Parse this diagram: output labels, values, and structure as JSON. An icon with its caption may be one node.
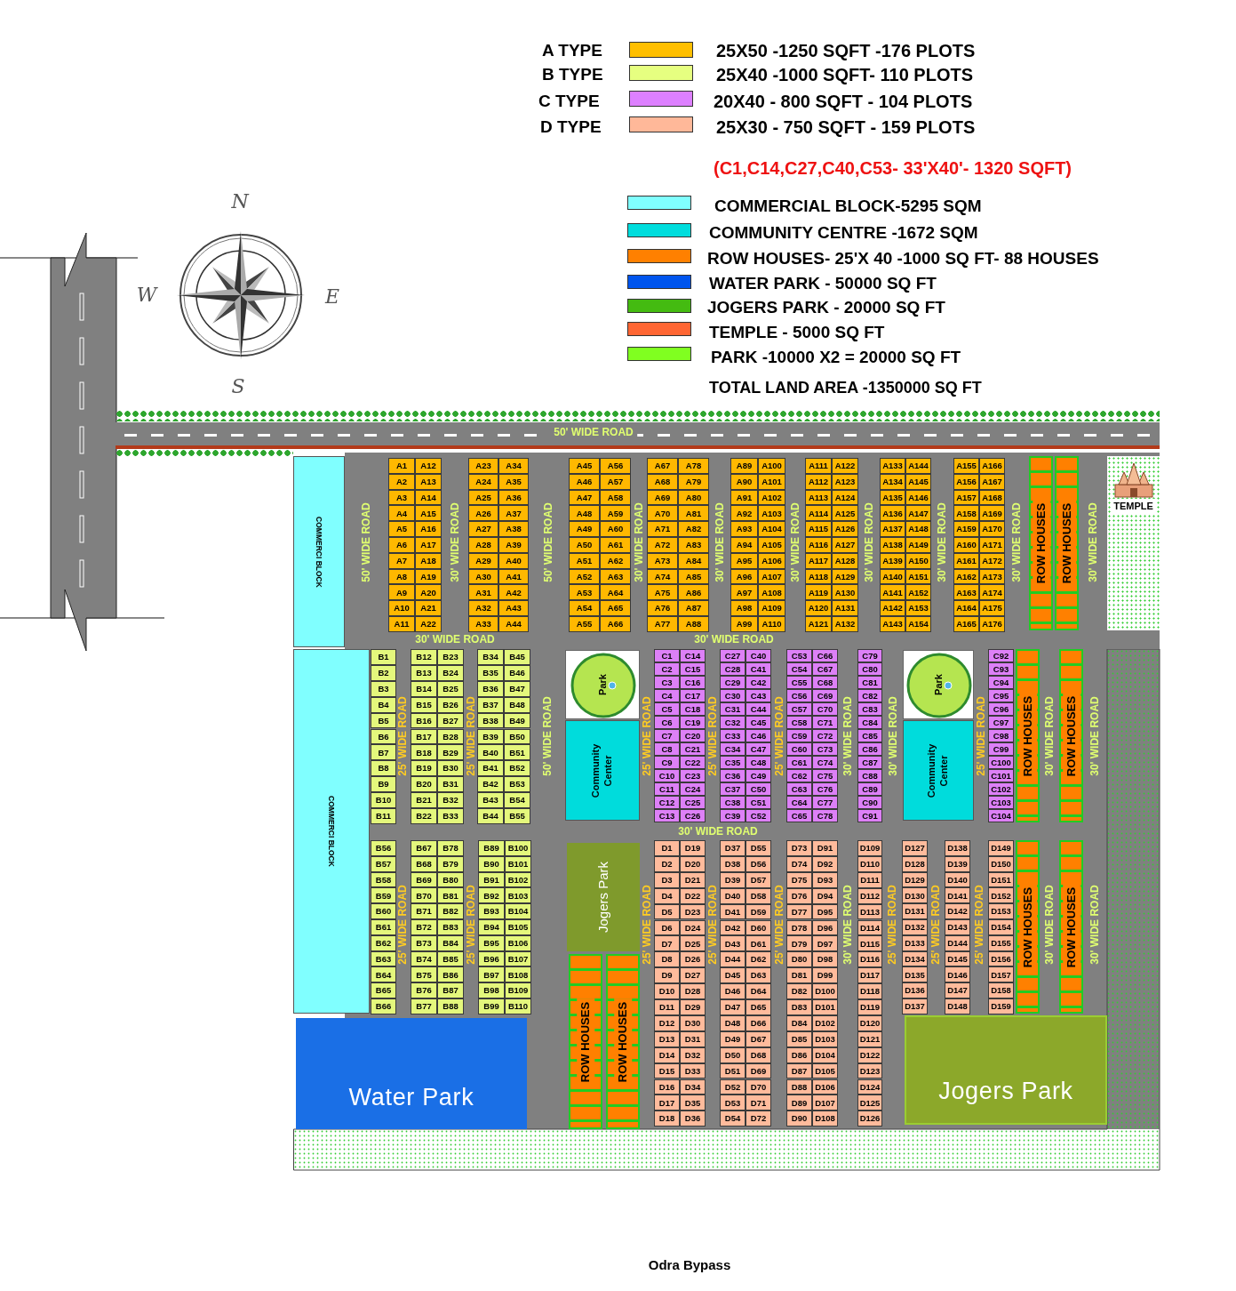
{
  "diagram": {
    "caption": "Odra Bypass",
    "nodes": [
      {
        "text": [
          "COMMERCI BLOCK"
        ]
      },
      {
        "text": [
          "A1"
        ]
      },
      {
        "text": [
          "A2"
        ]
      },
      {
        "text": [
          "A3"
        ]
      },
      {
        "text": [
          "A4"
        ]
      },
      {
        "text": [
          "A5"
        ]
      },
      {
        "text": [
          "A6"
        ]
      },
      {
        "text": [
          "A7"
        ]
      },
      {
        "text": [
          "A8"
        ]
      },
      {
        "text": [
          "A9"
        ]
      },
      {
        "text": [
          "A10"
        ]
      },
      {
        "text": [
          "A11"
        ]
      },
      {
        "text": [
          "A12"
        ]
      },
      {
        "text": [
          "A13"
        ]
      },
      {
        "text": [
          "A14"
        ]
      },
      {
        "text": [
          "A15"
        ]
      },
      {
        "text": [
          "A16"
        ]
      },
      {
        "text": [
          "A17"
        ]
      },
      {
        "text": [
          "A18"
        ]
      },
      {
        "text": [
          "A19"
        ]
      },
      {
        "text": [
          "A20"
        ]
      },
      {
        "text": [
          "A21"
        ]
      },
      {
        "text": [
          "A22"
        ]
      },
      {
        "text": [
          "A23"
        ]
      },
      {
        "text": [
          "A24"
        ]
      },
      {
        "text": [
          "A25"
        ]
      },
      {
        "text": [
          "A26"
        ]
      },
      {
        "text": [
          "A27"
        ]
      },
      {
        "text": [
          "A28"
        ]
      },
      {
        "text": [
          "A29"
        ]
      },
      {
        "text": [
          "A30"
        ]
      },
      {
        "text": [
          "A31"
        ]
      },
      {
        "text": [
          "A32"
        ]
      },
      {
        "text": [
          "A33"
        ]
      },
      {
        "text": [
          "A34"
        ]
      },
      {
        "text": [
          "A35"
        ]
      },
      {
        "text": [
          "A36"
        ]
      },
      {
        "text": [
          "A37"
        ]
      },
      {
        "text": [
          "A38"
        ]
      },
      {
        "text": [
          "A39"
        ]
      },
      {
        "text": [
          "A40"
        ]
      },
      {
        "text": [
          "A41"
        ]
      },
      {
        "text": [
          "A42"
        ]
      },
      {
        "text": [
          "A43"
        ]
      },
      {
        "text": [
          "A44"
        ]
      },
      {
        "text": [
          "A45"
        ]
      },
      {
        "text": [
          "A46"
        ]
      },
      {
        "text": [
          "A47"
        ]
      },
      {
        "text": [
          "A48"
        ]
      },
      {
        "text": [
          "A49"
        ]
      },
      {
        "text": [
          "A50"
        ]
      },
      {
        "text": [
          "A51"
        ]
      },
      {
        "text": [
          "A52"
        ]
      },
      {
        "text": [
          "A53"
        ]
      },
      {
        "text": [
          "A54"
        ]
      },
      {
        "text": [
          "A55"
        ]
      },
      {
        "text": [
          "A56"
        ]
      },
      {
        "text": [
          "A57"
        ]
      },
      {
        "text": [
          "A58"
        ]
      },
      {
        "text": [
          "A59"
        ]
      },
      {
        "text": [
          "A60"
        ]
      },
      {
        "text": [
          "A61"
        ]
      },
      {
        "text": [
          "A62"
        ]
      },
      {
        "text": [
          "A63"
        ]
      },
      {
        "text": [
          "A64"
        ]
      },
      {
        "text": [
          "A65"
        ]
      },
      {
        "text": [
          "A66"
        ]
      },
      {
        "text": [
          "A67"
        ]
      },
      {
        "text": [
          "A68"
        ]
      },
      {
        "text": [
          "A69"
        ]
      },
      {
        "text": [
          "A70"
        ]
      },
      {
        "text": [
          "A71"
        ]
      },
      {
        "text": [
          "A72"
        ]
      },
      {
        "text": [
          "A73"
        ]
      },
      {
        "text": [
          "A74"
        ]
      },
      {
        "text": [
          "A75"
        ]
      },
      {
        "text": [
          "A76"
        ]
      },
      {
        "text": [
          "A77"
        ]
      },
      {
        "text": [
          "A78"
        ]
      },
      {
        "text": [
          "A79"
        ]
      },
      {
        "text": [
          "A80"
        ]
      },
      {
        "text": [
          "A81"
        ]
      },
      {
        "text": [
          "A82"
        ]
      },
      {
        "text": [
          "A83"
        ]
      },
      {
        "text": [
          "A84"
        ]
      },
      {
        "text": [
          "A85"
        ]
      },
      {
        "text": [
          "A86"
        ]
      },
      {
        "text": [
          "A87"
        ]
      },
      {
        "text": [
          "A88"
        ]
      },
      {
        "text": [
          "A89"
        ]
      },
      {
        "text": [
          "A90"
        ]
      },
      {
        "text": [
          "A91"
        ]
      },
      {
        "text": [
          "A92"
        ]
      },
      {
        "text": [
          "A93"
        ]
      },
      {
        "text": [
          "A94"
        ]
      },
      {
        "text": [
          "A95"
        ]
      },
      {
        "text": [
          "A96"
        ]
      },
      {
        "text": [
          "A97"
        ]
      },
      {
        "text": [
          "A98"
        ]
      },
      {
        "text": [
          "A99"
        ]
      },
      {
        "text": [
          "A100"
        ]
      },
      {
        "text": [
          "A101"
        ]
      },
      {
        "text": [
          "A102"
        ]
      },
      {
        "text": [
          "A103"
        ]
      },
      {
        "text": [
          "A104"
        ]
      },
      {
        "text": [
          "A105"
        ]
      },
      {
        "text": [
          "A106"
        ]
      },
      {
        "text": [
          "A107"
        ]
      },
      {
        "text": [
          "A108"
        ]
      },
      {
        "text": [
          "A109"
        ]
      },
      {
        "text": [
          "A110"
        ]
      },
      {
        "text": [
          "A111"
        ]
      },
      {
        "text": [
          "A112"
        ]
      },
      {
        "text": [
          "A113"
        ]
      },
      {
        "text": [
          "A114"
        ]
      },
      {
        "text": [
          "A115"
        ]
      },
      {
        "text": [
          "A116"
        ]
      },
      {
        "text": [
          "A117"
        ]
      },
      {
        "text": [
          "A118"
        ]
      },
      {
        "text": [
          "A119"
        ]
      },
      {
        "text": [
          "A120"
        ]
      },
      {
        "text": [
          "A121"
        ]
      },
      {
        "text": [
          "A122"
        ]
      },
      {
        "text": [
          "A123"
        ]
      },
      {
        "text": [
          "A124"
        ]
      },
      {
        "text": [
          "A125"
        ]
      },
      {
        "text": [
          "A126"
        ]
      },
      {
        "text": [
          "A127"
        ]
      },
      {
        "text": [
          "A128"
        ]
      },
      {
        "text": [
          "A129"
        ]
      },
      {
        "text": [
          "A130"
        ]
      },
      {
        "text": [
          "A131"
        ]
      },
      {
        "text": [
          "A132"
        ]
      },
      {
        "text": [
          "A133"
        ]
      },
      {
        "text": [
          "A134"
        ]
      },
      {
        "text": [
          "A135"
        ]
      },
      {
        "text": [
          "A136"
        ]
      },
      {
        "text": [
          "A137"
        ]
      },
      {
        "text": [
          "A138"
        ]
      },
      {
        "text": [
          "A139"
        ]
      },
      {
        "text": [
          "A140"
        ]
      },
      {
        "text": [
          "A141"
        ]
      },
      {
        "text": [
          "A142"
        ]
      },
      {
        "text": [
          "A143"
        ]
      },
      {
        "text": [
          "A144"
        ]
      },
      {
        "text": [
          "A145"
        ]
      },
      {
        "text": [
          "A146"
        ]
      },
      {
        "text": [
          "A147"
        ]
      },
      {
        "text": [
          "A148"
        ]
      },
      {
        "text": [
          "A149"
        ]
      },
      {
        "text": [
          "A150"
        ]
      },
      {
        "text": [
          "A151"
        ]
      },
      {
        "text": [
          "A152"
        ]
      },
      {
        "text": [
          "A153"
        ]
      },
      {
        "text": [
          "A154"
        ]
      },
      {
        "text": [
          "A155"
        ]
      },
      {
        "text": [
          "A156"
        ]
      },
      {
        "text": [
          "A157"
        ]
      },
      {
        "text": [
          "A158"
        ]
      },
      {
        "text": [
          "A159"
        ]
      },
      {
        "text": [
          "A160"
        ]
      },
      {
        "text": [
          "A161"
        ]
      },
      {
        "text": [
          "A162"
        ]
      },
      {
        "text": [
          "A163"
        ]
      },
      {
        "text": [
          "A164"
        ]
      },
      {
        "text": [
          "A165"
        ]
      },
      {
        "text": [
          "A166"
        ]
      },
      {
        "text": [
          "A167"
        ]
      },
      {
        "text": [
          "A168"
        ]
      },
      {
        "text": [
          "A169"
        ]
      },
      {
        "text": [
          "A170"
        ]
      },
      {
        "text": [
          "A171"
        ]
      },
      {
        "text": [
          "A172"
        ]
      },
      {
        "text": [
          "A173"
        ]
      },
      {
        "text": [
          "A174"
        ]
      },
      {
        "text": [
          "A175"
        ]
      },
      {
        "text": [
          "A176"
        ]
      },
      {
        "text": [
          "ROW HOUSES"
        ]
      },
      {
        "text": [
          "ROW HOUSES"
        ]
      },
      {
        "text": [
          "TEMPLE"
        ]
      },
      {
        "text": [
          "COMMERCI BLOCK"
        ]
      },
      {
        "text": [
          "B1"
        ]
      },
      {
        "text": [
          "B2"
        ]
      },
      {
        "text": [
          "B3"
        ]
      },
      {
        "text": [
          "B4"
        ]
      },
      {
        "text": [
          "B5"
        ]
      },
      {
        "text": [
          "B6"
        ]
      },
      {
        "text": [
          "B7"
        ]
      },
      {
        "text": [
          "B8"
        ]
      },
      {
        "text": [
          "B9"
        ]
      },
      {
        "text": [
          "B10"
        ]
      },
      {
        "text": [
          "B11"
        ]
      },
      {
        "text": [
          "B12"
        ]
      },
      {
        "text": [
          "B13"
        ]
      },
      {
        "text": [
          "B14"
        ]
      },
      {
        "text": [
          "B15"
        ]
      },
      {
        "text": [
          "B16"
        ]
      },
      {
        "text": [
          "B17"
        ]
      },
      {
        "text": [
          "B18"
        ]
      },
      {
        "text": [
          "B19"
        ]
      },
      {
        "text": [
          "B20"
        ]
      },
      {
        "text": [
          "B21"
        ]
      },
      {
        "text": [
          "B22"
        ]
      },
      {
        "text": [
          "B23"
        ]
      },
      {
        "text": [
          "B24"
        ]
      },
      {
        "text": [
          "B25"
        ]
      },
      {
        "text": [
          "B26"
        ]
      },
      {
        "text": [
          "B27"
        ]
      },
      {
        "text": [
          "B28"
        ]
      },
      {
        "text": [
          "B29"
        ]
      },
      {
        "text": [
          "B30"
        ]
      },
      {
        "text": [
          "B31"
        ]
      },
      {
        "text": [
          "B32"
        ]
      },
      {
        "text": [
          "B33"
        ]
      },
      {
        "text": [
          "B34"
        ]
      },
      {
        "text": [
          "B35"
        ]
      },
      {
        "text": [
          "B36"
        ]
      },
      {
        "text": [
          "B37"
        ]
      },
      {
        "text": [
          "B38"
        ]
      },
      {
        "text": [
          "B39"
        ]
      },
      {
        "text": [
          "B40"
        ]
      },
      {
        "text": [
          "B41"
        ]
      },
      {
        "text": [
          "B42"
        ]
      },
      {
        "text": [
          "B43"
        ]
      },
      {
        "text": [
          "B44"
        ]
      },
      {
        "text": [
          "B45"
        ]
      },
      {
        "text": [
          "B46"
        ]
      },
      {
        "text": [
          "B47"
        ]
      },
      {
        "text": [
          "B48"
        ]
      },
      {
        "text": [
          "B49"
        ]
      },
      {
        "text": [
          "B50"
        ]
      },
      {
        "text": [
          "B51"
        ]
      },
      {
        "text": [
          "B52"
        ]
      },
      {
        "text": [
          "B53"
        ]
      },
      {
        "text": [
          "B54"
        ]
      },
      {
        "text": [
          "B55"
        ]
      },
      {
        "text": [
          "Park"
        ]
      },
      {
        "text": [
          "Community Center"
        ]
      },
      {
        "text": [
          "C1"
        ]
      },
      {
        "text": [
          "C2"
        ]
      },
      {
        "text": [
          "C3"
        ]
      },
      {
        "text": [
          "C4"
        ]
      },
      {
        "text": [
          "C5"
        ]
      },
      {
        "text": [
          "C6"
        ]
      },
      {
        "text": [
          "C7"
        ]
      },
      {
        "text": [
          "C8"
        ]
      },
      {
        "text": [
          "C9"
        ]
      },
      {
        "text": [
          "C10"
        ]
      },
      {
        "text": [
          "C11"
        ]
      },
      {
        "text": [
          "C12"
        ]
      },
      {
        "text": [
          "C13"
        ]
      },
      {
        "text": [
          "C14"
        ]
      },
      {
        "text": [
          "C15"
        ]
      },
      {
        "text": [
          "C16"
        ]
      },
      {
        "text": [
          "C17"
        ]
      },
      {
        "text": [
          "C18"
        ]
      },
      {
        "text": [
          "C19"
        ]
      },
      {
        "text": [
          "C20"
        ]
      },
      {
        "text": [
          "C21"
        ]
      },
      {
        "text": [
          "C22"
        ]
      },
      {
        "text": [
          "C23"
        ]
      },
      {
        "text": [
          "C24"
        ]
      },
      {
        "text": [
          "C25"
        ]
      },
      {
        "text": [
          "C26"
        ]
      },
      {
        "text": [
          "C27"
        ]
      },
      {
        "text": [
          "C28"
        ]
      },
      {
        "text": [
          "C29"
        ]
      },
      {
        "text": [
          "C30"
        ]
      },
      {
        "text": [
          "C31"
        ]
      },
      {
        "text": [
          "C32"
        ]
      },
      {
        "text": [
          "C33"
        ]
      },
      {
        "text": [
          "C34"
        ]
      },
      {
        "text": [
          "C35"
        ]
      },
      {
        "text": [
          "C36"
        ]
      },
      {
        "text": [
          "C37"
        ]
      },
      {
        "text": [
          "C38"
        ]
      },
      {
        "text": [
          "C39"
        ]
      },
      {
        "text": [
          "C40"
        ]
      },
      {
        "text": [
          "C41"
        ]
      },
      {
        "text": [
          "C42"
        ]
      },
      {
        "text": [
          "C43"
        ]
      },
      {
        "text": [
          "C44"
        ]
      },
      {
        "text": [
          "C45"
        ]
      },
      {
        "text": [
          "C46"
        ]
      },
      {
        "text": [
          "C47"
        ]
      },
      {
        "text": [
          "C48"
        ]
      },
      {
        "text": [
          "C49"
        ]
      },
      {
        "text": [
          "C50"
        ]
      },
      {
        "text": [
          "C51"
        ]
      },
      {
        "text": [
          "C52"
        ]
      },
      {
        "text": [
          "C53"
        ]
      },
      {
        "text": [
          "C54"
        ]
      },
      {
        "text": [
          "C55"
        ]
      },
      {
        "text": [
          "C56"
        ]
      },
      {
        "text": [
          "C57"
        ]
      },
      {
        "text": [
          "C58"
        ]
      },
      {
        "text": [
          "C59"
        ]
      },
      {
        "text": [
          "C60"
        ]
      },
      {
        "text": [
          "C61"
        ]
      },
      {
        "text": [
          "C62"
        ]
      },
      {
        "text": [
          "C63"
        ]
      },
      {
        "text": [
          "C64"
        ]
      },
      {
        "text": [
          "C65"
        ]
      },
      {
        "text": [
          "C66"
        ]
      },
      {
        "text": [
          "C67"
        ]
      },
      {
        "text": [
          "C68"
        ]
      },
      {
        "text": [
          "C69"
        ]
      },
      {
        "text": [
          "C70"
        ]
      },
      {
        "text": [
          "C71"
        ]
      },
      {
        "text": [
          "C72"
        ]
      },
      {
        "text": [
          "C73"
        ]
      },
      {
        "text": [
          "C74"
        ]
      },
      {
        "text": [
          "C75"
        ]
      },
      {
        "text": [
          "C76"
        ]
      },
      {
        "text": [
          "C77"
        ]
      },
      {
        "text": [
          "C78"
        ]
      },
      {
        "text": [
          "C79"
        ]
      },
      {
        "text": [
          "C80"
        ]
      },
      {
        "text": [
          "C81"
        ]
      },
      {
        "text": [
          "C82"
        ]
      },
      {
        "text": [
          "C83"
        ]
      },
      {
        "text": [
          "C84"
        ]
      },
      {
        "text": [
          "C85"
        ]
      },
      {
        "text": [
          "C86"
        ]
      },
      {
        "text": [
          "C87"
        ]
      },
      {
        "text": [
          "C88"
        ]
      },
      {
        "text": [
          "C89"
        ]
      },
      {
        "text": [
          "C90"
        ]
      },
      {
        "text": [
          "C91"
        ]
      },
      {
        "text": [
          "Park"
        ]
      },
      {
        "text": [
          "Community Center"
        ]
      },
      {
        "text": [
          "C92"
        ]
      },
      {
        "text": [
          "C93"
        ]
      },
      {
        "text": [
          "C94"
        ]
      },
      {
        "text": [
          "C95"
        ]
      },
      {
        "text": [
          "C96"
        ]
      },
      {
        "text": [
          "C97"
        ]
      },
      {
        "text": [
          "C98"
        ]
      },
      {
        "text": [
          "C99"
        ]
      },
      {
        "text": [
          "C100"
        ]
      },
      {
        "text": [
          "C101"
        ]
      },
      {
        "text": [
          "C102"
        ]
      },
      {
        "text": [
          "C103"
        ]
      },
      {
        "text": [
          "C104"
        ]
      },
      {
        "text": [
          "ROW HOUSES"
        ]
      },
      {
        "text": [
          "ROW HOUSES"
        ]
      },
      {
        "text": [
          "B56"
        ]
      },
      {
        "text": [
          "B57"
        ]
      },
      {
        "text": [
          "B58"
        ]
      },
      {
        "text": [
          "B59"
        ]
      },
      {
        "text": [
          "B60"
        ]
      },
      {
        "text": [
          "B61"
        ]
      },
      {
        "text": [
          "B62"
        ]
      },
      {
        "text": [
          "B63"
        ]
      },
      {
        "text": [
          "B64"
        ]
      },
      {
        "text": [
          "B65"
        ]
      },
      {
        "text": [
          "B66"
        ]
      },
      {
        "text": [
          "B67"
        ]
      },
      {
        "text": [
          "B68"
        ]
      },
      {
        "text": [
          "B69"
        ]
      },
      {
        "text": [
          "B70"
        ]
      },
      {
        "text": [
          "B71"
        ]
      },
      {
        "text": [
          "B72"
        ]
      },
      {
        "text": [
          "B73"
        ]
      },
      {
        "text": [
          "B74"
        ]
      },
      {
        "text": [
          "B75"
        ]
      },
      {
        "text": [
          "B76"
        ]
      },
      {
        "text": [
          "B77"
        ]
      },
      {
        "text": [
          "B78"
        ]
      },
      {
        "text": [
          "B79"
        ]
      },
      {
        "text": [
          "B80"
        ]
      },
      {
        "text": [
          "B81"
        ]
      },
      {
        "text": [
          "B82"
        ]
      },
      {
        "text": [
          "B83"
        ]
      },
      {
        "text": [
          "B84"
        ]
      },
      {
        "text": [
          "B85"
        ]
      },
      {
        "text": [
          "B86"
        ]
      },
      {
        "text": [
          "B87"
        ]
      },
      {
        "text": [
          "B88"
        ]
      },
      {
        "text": [
          "B89"
        ]
      },
      {
        "text": [
          "B90"
        ]
      },
      {
        "text": [
          "B91"
        ]
      },
      {
        "text": [
          "B92"
        ]
      },
      {
        "text": [
          "B93"
        ]
      },
      {
        "text": [
          "B94"
        ]
      },
      {
        "text": [
          "B95"
        ]
      },
      {
        "text": [
          "B96"
        ]
      },
      {
        "text": [
          "B97"
        ]
      },
      {
        "text": [
          "B98"
        ]
      },
      {
        "text": [
          "B99"
        ]
      },
      {
        "text": [
          "B100"
        ]
      },
      {
        "text": [
          "B101"
        ]
      },
      {
        "text": [
          "B102"
        ]
      },
      {
        "text": [
          "B103"
        ]
      },
      {
        "text": [
          "B104"
        ]
      },
      {
        "text": [
          "B105"
        ]
      },
      {
        "text": [
          "B106"
        ]
      },
      {
        "text": [
          "B107"
        ]
      },
      {
        "text": [
          "B108"
        ]
      },
      {
        "text": [
          "B109"
        ]
      },
      {
        "text": [
          "B110"
        ]
      },
      {
        "text": [
          "Jogers Park"
        ]
      },
      {
        "text": [
          "ROW HOUSES"
        ]
      },
      {
        "text": [
          "ROW HOUSES"
        ]
      },
      {
        "text": [
          "D1"
        ]
      },
      {
        "text": [
          "D2"
        ]
      },
      {
        "text": [
          "D3"
        ]
      },
      {
        "text": [
          "D4"
        ]
      },
      {
        "text": [
          "D5"
        ]
      },
      {
        "text": [
          "D6"
        ]
      },
      {
        "text": [
          "D7"
        ]
      },
      {
        "text": [
          "D8"
        ]
      },
      {
        "text": [
          "D9"
        ]
      },
      {
        "text": [
          "D10"
        ]
      },
      {
        "text": [
          "D11"
        ]
      },
      {
        "text": [
          "D12"
        ]
      },
      {
        "text": [
          "D13"
        ]
      },
      {
        "text": [
          "D14"
        ]
      },
      {
        "text": [
          "D15"
        ]
      },
      {
        "text": [
          "D16"
        ]
      },
      {
        "text": [
          "D17"
        ]
      },
      {
        "text": [
          "D18"
        ]
      },
      {
        "text": [
          "D19"
        ]
      },
      {
        "text": [
          "D20"
        ]
      },
      {
        "text": [
          "D21"
        ]
      },
      {
        "text": [
          "D22"
        ]
      },
      {
        "text": [
          "D23"
        ]
      },
      {
        "text": [
          "D24"
        ]
      },
      {
        "text": [
          "D25"
        ]
      },
      {
        "text": [
          "D26"
        ]
      },
      {
        "text": [
          "D27"
        ]
      },
      {
        "text": [
          "D28"
        ]
      },
      {
        "text": [
          "D29"
        ]
      },
      {
        "text": [
          "D30"
        ]
      },
      {
        "text": [
          "D31"
        ]
      },
      {
        "text": [
          "D32"
        ]
      },
      {
        "text": [
          "D33"
        ]
      },
      {
        "text": [
          "D34"
        ]
      },
      {
        "text": [
          "D35"
        ]
      },
      {
        "text": [
          "D36"
        ]
      },
      {
        "text": [
          "D37"
        ]
      },
      {
        "text": [
          "D38"
        ]
      },
      {
        "text": [
          "D39"
        ]
      },
      {
        "text": [
          "D40"
        ]
      },
      {
        "text": [
          "D41"
        ]
      },
      {
        "text": [
          "D42"
        ]
      },
      {
        "text": [
          "D43"
        ]
      },
      {
        "text": [
          "D44"
        ]
      },
      {
        "text": [
          "D45"
        ]
      },
      {
        "text": [
          "D46"
        ]
      },
      {
        "text": [
          "D47"
        ]
      },
      {
        "text": [
          "D48"
        ]
      },
      {
        "text": [
          "D49"
        ]
      },
      {
        "text": [
          "D50"
        ]
      },
      {
        "text": [
          "D51"
        ]
      },
      {
        "text": [
          "D52"
        ]
      },
      {
        "text": [
          "D53"
        ]
      },
      {
        "text": [
          "D54"
        ]
      },
      {
        "text": [
          "D55"
        ]
      },
      {
        "text": [
          "D56"
        ]
      },
      {
        "text": [
          "D57"
        ]
      },
      {
        "text": [
          "D58"
        ]
      },
      {
        "text": [
          "D59"
        ]
      },
      {
        "text": [
          "D60"
        ]
      },
      {
        "text": [
          "D61"
        ]
      },
      {
        "text": [
          "D62"
        ]
      },
      {
        "text": [
          "D63"
        ]
      },
      {
        "text": [
          "D64"
        ]
      },
      {
        "text": [
          "D65"
        ]
      },
      {
        "text": [
          "D66"
        ]
      },
      {
        "text": [
          "D67"
        ]
      },
      {
        "text": [
          "D68"
        ]
      },
      {
        "text": [
          "D69"
        ]
      },
      {
        "text": [
          "D70"
        ]
      },
      {
        "text": [
          "D71"
        ]
      },
      {
        "text": [
          "D72"
        ]
      },
      {
        "text": [
          "D73"
        ]
      },
      {
        "text": [
          "D74"
        ]
      },
      {
        "text": [
          "D75"
        ]
      },
      {
        "text": [
          "D76"
        ]
      },
      {
        "text": [
          "D77"
        ]
      },
      {
        "text": [
          "D78"
        ]
      },
      {
        "text": [
          "D79"
        ]
      },
      {
        "text": [
          "D80"
        ]
      },
      {
        "text": [
          "D81"
        ]
      },
      {
        "text": [
          "D82"
        ]
      },
      {
        "text": [
          "D83"
        ]
      },
      {
        "text": [
          "D84"
        ]
      },
      {
        "text": [
          "D85"
        ]
      },
      {
        "text": [
          "D86"
        ]
      },
      {
        "text": [
          "D87"
        ]
      },
      {
        "text": [
          "D88"
        ]
      },
      {
        "text": [
          "D89"
        ]
      },
      {
        "text": [
          "D90"
        ]
      },
      {
        "text": [
          "D91"
        ]
      },
      {
        "text": [
          "D92"
        ]
      },
      {
        "text": [
          "D93"
        ]
      },
      {
        "text": [
          "D94"
        ]
      },
      {
        "text": [
          "D95"
        ]
      },
      {
        "text": [
          "D96"
        ]
      },
      {
        "text": [
          "D97"
        ]
      },
      {
        "text": [
          "D98"
        ]
      },
      {
        "text": [
          "D99"
        ]
      },
      {
        "text": [
          "D100"
        ]
      },
      {
        "text": [
          "D101"
        ]
      },
      {
        "text": [
          "D102"
        ]
      },
      {
        "text": [
          "D103"
        ]
      },
      {
        "text": [
          "D104"
        ]
      },
      {
        "text": [
          "D105"
        ]
      },
      {
        "text": [
          "D106"
        ]
      },
      {
        "text": [
          "D107"
        ]
      },
      {
        "text": [
          "D108"
        ]
      },
      {
        "text": [
          "D109"
        ]
      },
      {
        "text": [
          "D110"
        ]
      },
      {
        "text": [
          "D111"
        ]
      },
      {
        "text": [
          "D112"
        ]
      },
      {
        "text": [
          "D113"
        ]
      },
      {
        "text": [
          "D114"
        ]
      },
      {
        "text": [
          "D115"
        ]
      },
      {
        "text": [
          "D116"
        ]
      },
      {
        "text": [
          "D117"
        ]
      },
      {
        "text": [
          "D118"
        ]
      },
      {
        "text": [
          "D119"
        ]
      },
      {
        "text": [
          "D120"
        ]
      },
      {
        "text": [
          "D121"
        ]
      },
      {
        "text": [
          "D122"
        ]
      },
      {
        "text": [
          "D123"
        ]
      },
      {
        "text": [
          "D124"
        ]
      },
      {
        "text": [
          "D125"
        ]
      },
      {
        "text": [
          "D126"
        ]
      },
      {
        "text": [
          "D127"
        ]
      },
      {
        "text": [
          "D128"
        ]
      },
      {
        "text": [
          "D129"
        ]
      },
      {
        "text": [
          "D130"
        ]
      },
      {
        "text": [
          "D131"
        ]
      },
      {
        "text": [
          "D132"
        ]
      },
      {
        "text": [
          "D133"
        ]
      },
      {
        "text": [
          "D134"
        ]
      },
      {
        "text": [
          "D135"
        ]
      },
      {
        "text": [
          "D136"
        ]
      },
      {
        "text": [
          "D137"
        ]
      },
      {
        "text": [
          "D138"
        ]
      },
      {
        "text": [
          "D139"
        ]
      },
      {
        "text": [
          "D140"
        ]
      },
      {
        "text": [
          "D141"
        ]
      },
      {
        "text": [
          "D142"
        ]
      },
      {
        "text": [
          "D143"
        ]
      },
      {
        "text": [
          "D144"
        ]
      },
      {
        "text": [
          "D145"
        ]
      },
      {
        "text": [
          "D146"
        ]
      },
      {
        "text": [
          "D147"
        ]
      },
      {
        "text": [
          "D148"
        ]
      },
      {
        "text": [
          "D149"
        ]
      },
      {
        "text": [
          "D150"
        ]
      },
      {
        "text": [
          "D151"
        ]
      },
      {
        "text": [
          "D152"
        ]
      },
      {
        "text": [
          "D153"
        ]
      },
      {
        "text": [
          "D154"
        ]
      },
      {
        "text": [
          "D155"
        ]
      },
      {
        "text": [
          "D156"
        ]
      },
      {
        "text": [
          "D157"
        ]
      },
      {
        "text": [
          "D158"
        ]
      },
      {
        "text": [
          "D159"
        ]
      },
      {
        "text": [
          "ROW HOUSES"
        ]
      },
      {
        "text": [
          "ROW HOUSES"
        ]
      },
      {
        "text": [
          "Water Park"
        ]
      },
      {
        "text": [
          "Jogers Park"
        ]
      }
    ],
    "labels": [
      "25X50 -1250 SQFT -176 PLOTS",
      "25X40 -1000 SQFT- 110 PLOTS",
      "20X40 - 800 SQFT - 104 PLOTS",
      "25X30 - 750 SQFT - 159 PLOTS",
      "(C1,C14,C27,C40,C53- 33'X40'- 1320 SQFT)",
      "TOTAL LAND AREA -1350000 SQ FT",
      "N",
      "W",
      "E",
      "S",
      "50' WIDE ROAD",
      "50' WIDE ROAD",
      "30' WIDE ROAD",
      "50' WIDE ROAD",
      "30' WIDE ROAD",
      "30' WIDE ROAD",
      "30' WIDE ROAD",
      "30' WIDE ROAD",
      "30' WIDE ROAD",
      "30' WIDE ROAD",
      "30' WIDE ROAD",
      "30' WIDE ROAD",
      "30' WIDE ROAD",
      "25' WIDE ROAD",
      "25' WIDE ROAD",
      "50' WIDE ROAD",
      "25' WIDE ROAD",
      "25' WIDE ROAD",
      "25' WIDE ROAD",
      "30' WIDE ROAD",
      "30' WIDE ROAD",
      "25' WIDE ROAD",
      "30' WIDE ROAD",
      "30' WIDE ROAD",
      "30' WIDE ROAD",
      "25' WIDE ROAD",
      "25' WIDE ROAD",
      "25' WIDE ROAD",
      "25' WIDE ROAD",
      "25' WIDE ROAD",
      "30' WIDE ROAD",
      "25' WIDE ROAD",
      "25' WIDE ROAD",
      "25' WIDE ROAD",
      "30' WIDE ROAD",
      "30' WIDE ROAD"
    ],
    "legend": [
      {
        "text": "A TYPE",
        "color": "#ffbf00"
      },
      {
        "text": "B TYPE",
        "color": "#e6ff80"
      },
      {
        "text": "C TYPE",
        "color": "#dd80ff"
      },
      {
        "text": "D TYPE",
        "color": "#ffb899"
      },
      {
        "text": "COMMERCIAL BLOCK-5295 SQM",
        "color": "#80ffff"
      },
      {
        "text": "COMMUNITY CENTRE -1672 SQM",
        "color": "#00dddd"
      },
      {
        "text": "ROW HOUSES- 25'X 40 -1000 SQ FT- 88 HOUSES",
        "color": "#ff8000"
      },
      {
        "text": "WATER PARK - 50000 SQ FT",
        "color": "#0055ee"
      },
      {
        "text": "JOGERS PARK - 20000 SQ FT",
        "color": "#44bb11"
      },
      {
        "text": "TEMPLE - 5000 SQ FT",
        "color": "#ff6633"
      },
      {
        "text": "PARK -10000 X2 = 20000 SQ FT",
        "color": "#80ff20"
      }
    ]
  }
}
